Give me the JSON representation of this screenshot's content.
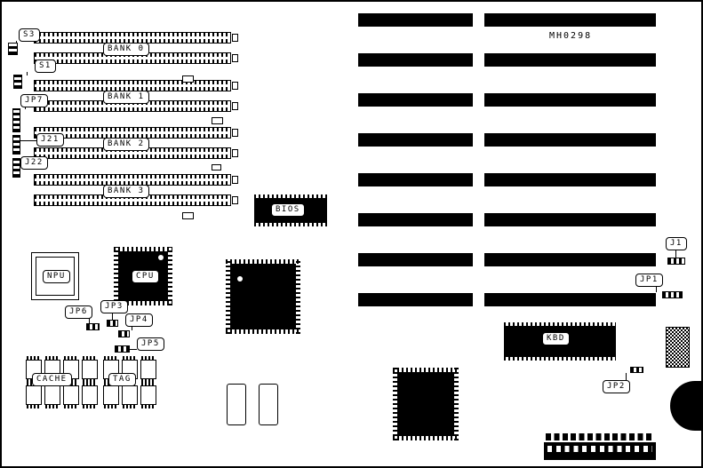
{
  "part_number": "MH0298",
  "banks": [
    {
      "label": "BANK 0"
    },
    {
      "label": "BANK 1"
    },
    {
      "label": "BANK 2"
    },
    {
      "label": "BANK 3"
    }
  ],
  "chips": {
    "bios": {
      "label": "BIOS"
    },
    "npu": {
      "label": "NPU"
    },
    "cpu": {
      "label": "CPU"
    },
    "kbd": {
      "label": "KBD"
    },
    "cache": {
      "label": "CACHE"
    },
    "tag": {
      "label": "TAG"
    }
  },
  "jumpers": {
    "s3": {
      "label": "S3"
    },
    "s1": {
      "label": "S1"
    },
    "jp7": {
      "label": "JP7"
    },
    "j21": {
      "label": "J21"
    },
    "j22": {
      "label": "J22"
    },
    "jp6": {
      "label": "JP6"
    },
    "jp3": {
      "label": "JP3"
    },
    "jp4": {
      "label": "JP4"
    },
    "jp5": {
      "label": "JP5"
    },
    "j1": {
      "label": "J1"
    },
    "jp1": {
      "label": "JP1"
    },
    "jp2": {
      "label": "JP2"
    }
  },
  "colors": {
    "ink": "#000000",
    "paper": "#ffffff"
  }
}
